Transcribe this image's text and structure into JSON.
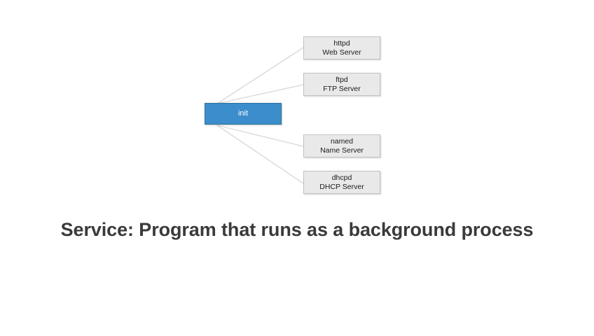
{
  "slide": {
    "background_color": "#ffffff",
    "caption": "Service: Program that runs as a background process",
    "caption_color": "#3a3a3a"
  },
  "diagram": {
    "type": "node-link",
    "root": {
      "label": "init",
      "fill_color": "#3c8dcb",
      "border_color": "#2e719f",
      "text_color": "#ffffff"
    },
    "edge_color": "#d9d9d9",
    "services": [
      {
        "daemon": "httpd",
        "description": "Web Server",
        "fill_color": "#e9e9e9",
        "border_color": "#c2c2c2"
      },
      {
        "daemon": "ftpd",
        "description": "FTP Server",
        "fill_color": "#e9e9e9",
        "border_color": "#c2c2c2"
      },
      {
        "daemon": "named",
        "description": "Name Server",
        "fill_color": "#e9e9e9",
        "border_color": "#c2c2c2"
      },
      {
        "daemon": "dhcpd",
        "description": "DHCP Server",
        "fill_color": "#e9e9e9",
        "border_color": "#c2c2c2"
      }
    ]
  }
}
